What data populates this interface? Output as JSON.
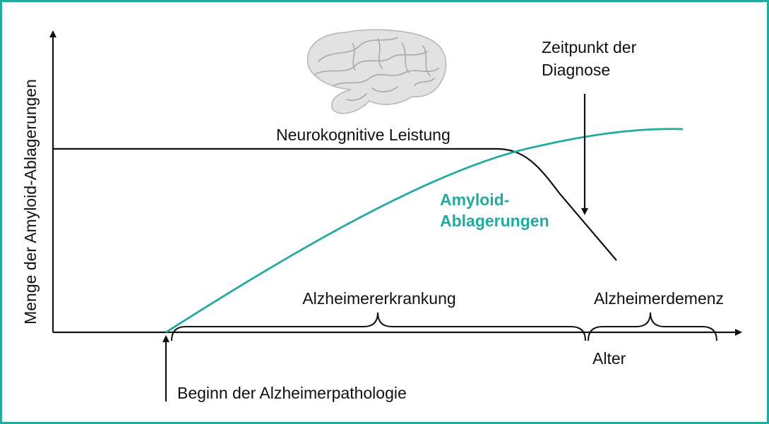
{
  "y_axis_label": "Menge der Amyloid-Ablagerungen",
  "x_axis_label": "Alter",
  "curves": {
    "cognition": {
      "label": "Neurokognitive Leistung",
      "color": "#111111"
    },
    "amyloid": {
      "label_line1": "Amyloid-",
      "label_line2": "Ablagerungen",
      "color": "#22aaa0"
    }
  },
  "phases": {
    "disease": "Alzheimererkrankung",
    "dementia": "Alzheimerdemenz"
  },
  "markers": {
    "diagnosis_line1": "Zeitpunkt der",
    "diagnosis_line2": "Diagnose",
    "onset": "Beginn der Alzheimerpathologie"
  },
  "illustration": {
    "icon": "brain-icon"
  },
  "colors": {
    "frame": "#22aaa0",
    "ink": "#111111",
    "brain_fill": "#e2e2e2",
    "brain_fold": "#a8a8a8"
  }
}
